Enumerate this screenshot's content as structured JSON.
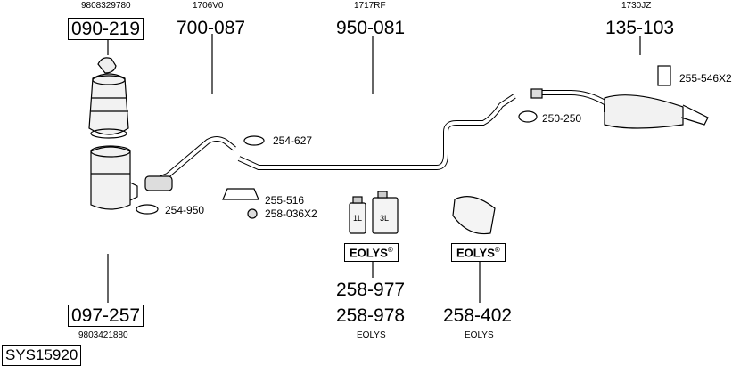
{
  "system": {
    "code": "SYS15920"
  },
  "refs": {
    "oe_cat": "9808329780",
    "oe_pipe": "1706V0",
    "oe_mid": "1717RF",
    "oe_rear": "1730JZ",
    "oe_cat2": "9803421880"
  },
  "parts": {
    "cat_top": "090-219",
    "front_pipe": "700-087",
    "mid_pipe": "950-081",
    "rear_silencer": "135-103",
    "dpf": "097-257",
    "clamp_254_627": "254-627",
    "clamp_254_950": "254-950",
    "bracket_255_516": "255-516",
    "rubber_258_036": "258-036X2",
    "clamp_250_250": "250-250",
    "hanger_255_546": "255-546X2",
    "eolys_1": "258-977",
    "eolys_2": "258-978",
    "eolys_3": "258-402"
  },
  "eolys": {
    "brand": "EOLYS",
    "reg": "®",
    "caption_left": "EOLYS",
    "caption_right": "EOLYS",
    "bottle_small": "1L",
    "bottle_large": "3L"
  }
}
